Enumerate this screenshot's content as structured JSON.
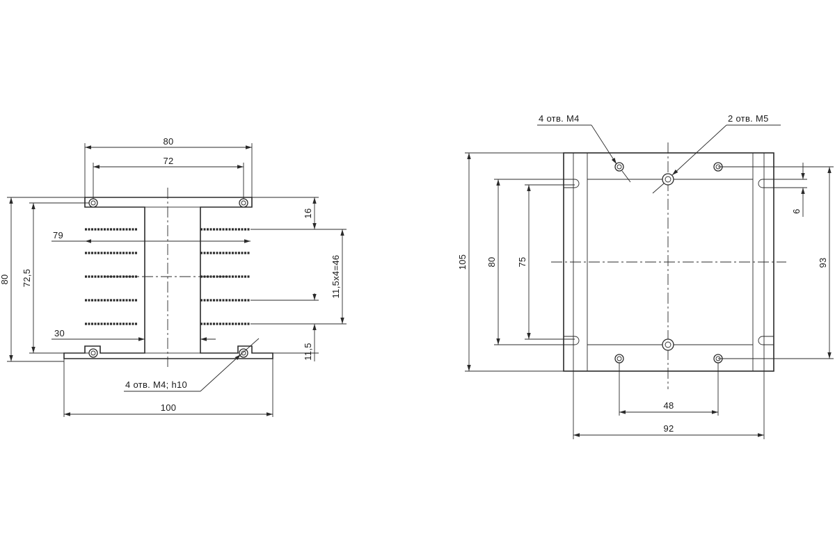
{
  "left_view": {
    "dims": {
      "width_80": "80",
      "width_72": "72",
      "fin_79": "79",
      "height_80": "80",
      "height_72_5": "72,5",
      "gap_16": "16",
      "fin_pitch": "11,5x4=46",
      "bottom_11_5": "11,5",
      "center_30": "30",
      "base_100": "100"
    },
    "note_holes": "4 отв. М4; h10"
  },
  "right_view": {
    "dims": {
      "height_105": "105",
      "height_80": "80",
      "height_75": "75",
      "height_93": "93",
      "gap_6": "6",
      "width_48": "48",
      "width_92": "92"
    },
    "note_m4": "4 отв. М4",
    "note_m5": "2 отв. М5"
  }
}
